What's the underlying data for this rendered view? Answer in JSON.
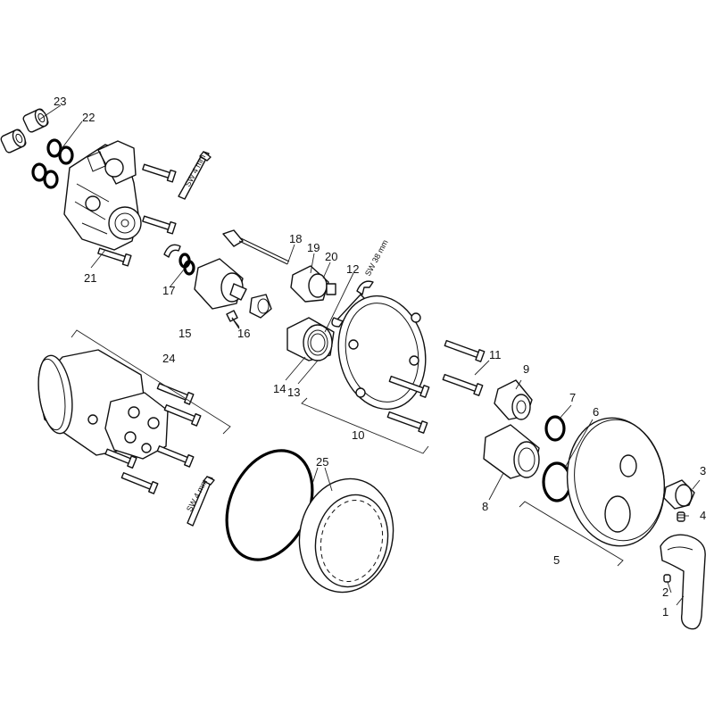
{
  "callouts": {
    "c1": "1",
    "c2": "2",
    "c3": "3",
    "c4": "4",
    "c5": "5",
    "c6": "6",
    "c7": "7",
    "c8": "8",
    "c9": "9",
    "c10": "10",
    "c11": "11",
    "c12": "12",
    "c13": "13",
    "c14": "14",
    "c15": "15",
    "c16": "16",
    "c17": "17",
    "c18": "18",
    "c19": "19",
    "c20": "20",
    "c21": "21",
    "c22": "22",
    "c23": "23",
    "c24": "24",
    "c25": "25"
  },
  "tool_labels": {
    "hex_key_top": "SW 4 mm",
    "wrench": "SW 38 mm",
    "hex_key_bottom": "SW 4 mm"
  }
}
